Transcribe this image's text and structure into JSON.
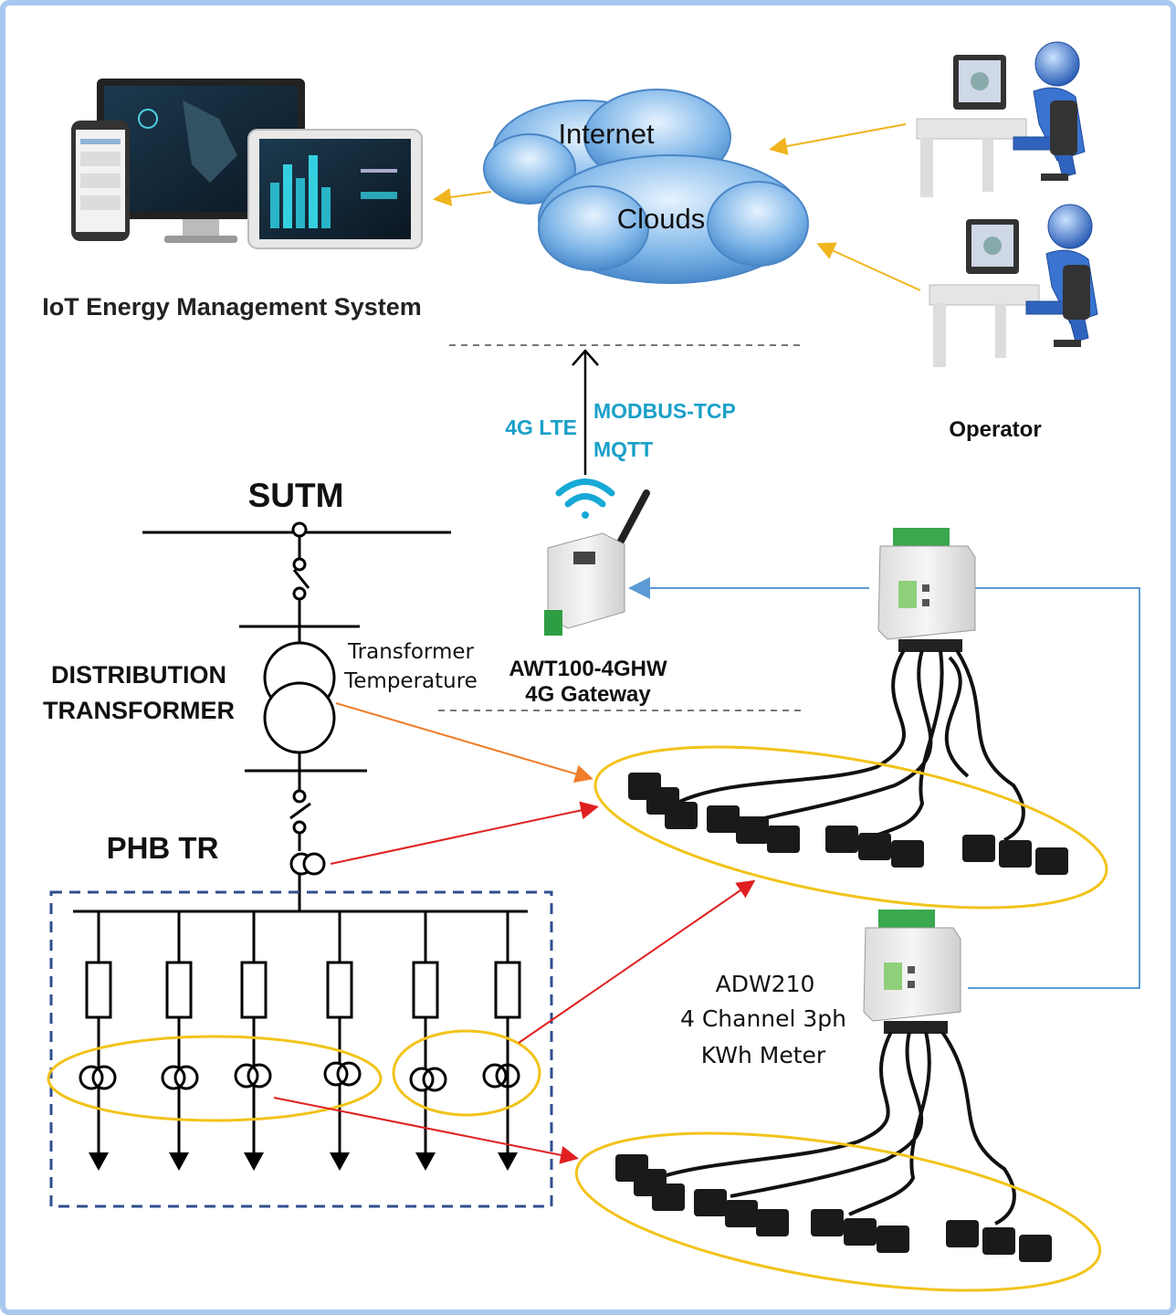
{
  "labels": {
    "iot_system": "IoT Energy Management System",
    "cloud_internet": "Internet",
    "cloud_clouds": "Clouds",
    "operator": "Operator",
    "lte": "4G LTE",
    "modbus": "MODBUS-TCP",
    "mqtt": "MQTT",
    "sutm": "SUTM",
    "dist_transformer_1": "DISTRIBUTION",
    "dist_transformer_2": "TRANSFORMER",
    "transformer_temp_1": "Transformer",
    "transformer_temp_2": "Temperature",
    "gateway_1": "AWT100-4GHW",
    "gateway_2": "4G Gateway",
    "phb": "PHB TR",
    "meter_1": "ADW210",
    "meter_2": "4 Channel 3ph",
    "meter_3": "KWh Meter"
  },
  "colors": {
    "frame": "#a9c8ee",
    "accent_text": "#1aa0c8",
    "orange_arrow": "#f0b41e",
    "red_arrow": "#e02020",
    "blue_link": "#5b9bd5",
    "ellipse": "#f2c31a",
    "panel_box": "#2f4f8f"
  },
  "icons": [
    "monitor-icon",
    "phone-icon",
    "tablet-icon",
    "cloud-icon",
    "operator-icon",
    "wifi-icon",
    "gateway-icon",
    "meter-icon",
    "ct-sensor-icon"
  ]
}
